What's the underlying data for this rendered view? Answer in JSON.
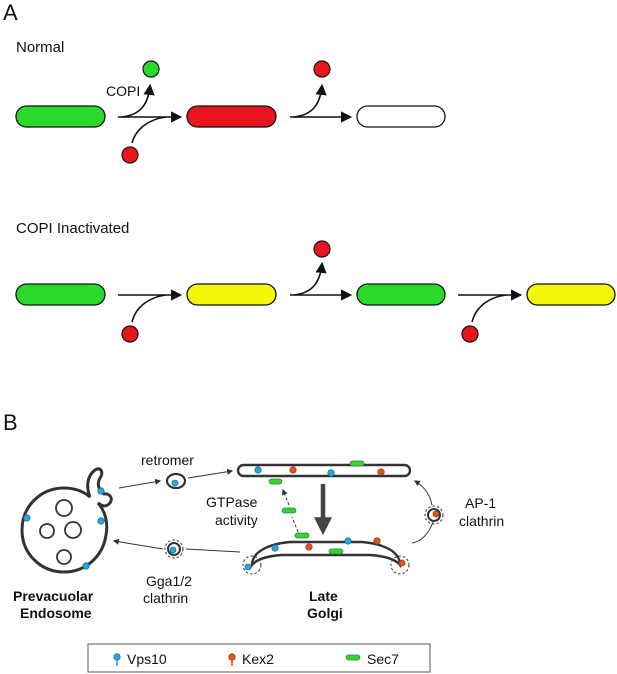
{
  "panel_a": {
    "label": "A",
    "normal": {
      "title": "Normal",
      "copi_label": "COPI"
    },
    "inactivated": {
      "title": "COPI Inactivated"
    }
  },
  "panel_b": {
    "label": "B",
    "retromer": "retromer",
    "gtpase_line1": "GTPase",
    "gtpase_line2": "activity",
    "ap1_line1": "AP-1",
    "ap1_line2": "clathrin",
    "gga_line1": "Gga1/2",
    "gga_line2": "clathrin",
    "prevacuolar_line1": "Prevacuolar",
    "prevacuolar_line2": "Endosome",
    "golgi_line1": "Late",
    "golgi_line2": "Golgi",
    "legend": {
      "vps10": "Vps10",
      "kex2": "Kex2",
      "sec7": "Sec7"
    }
  },
  "colors": {
    "green": "#2bd92b",
    "red": "#e8141e",
    "yellow": "#f5f50a",
    "blue": "#2aa7e0",
    "orange": "#e0551f",
    "sec7_green": "#3ecf3e"
  }
}
